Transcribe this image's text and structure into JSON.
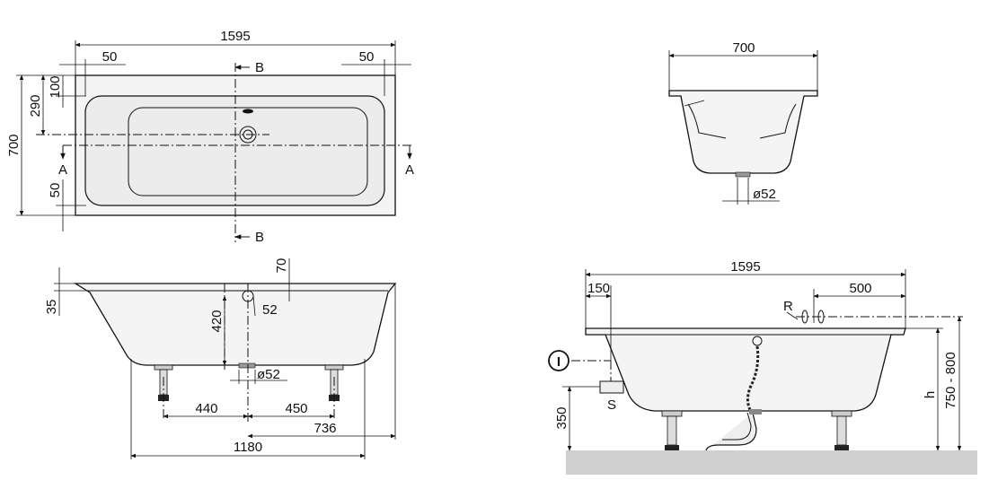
{
  "top_view": {
    "length": "1595",
    "left_offset": "50",
    "right_offset": "50",
    "width": "700",
    "drain_offset": "290",
    "rim_top": "100",
    "rim_bottom": "50",
    "section_a_left": "A",
    "section_a_right": "A",
    "section_b_top": "B",
    "section_b_bottom": "B"
  },
  "front_view": {
    "rim_height": "35",
    "overflow_top": "70",
    "overflow_height": "420",
    "overflow_dia": "52",
    "drain_dia": "ø52",
    "foot_left": "440",
    "foot_right": "450",
    "drain_to_end": "736",
    "bottom_length": "1180"
  },
  "section_view": {
    "width": "700",
    "drain_dia": "ø52"
  },
  "installation_view": {
    "length": "1595",
    "left_offset": "150",
    "tap_offset": "500",
    "tap_label": "R",
    "supply_label": "S",
    "supply_height": "350",
    "height_label": "h",
    "height_range": "750 - 800",
    "marker_symbol": "I"
  },
  "colors": {
    "line": "#111111",
    "floor": "#cfcfcf",
    "tub_fill": "#f4f4f4"
  }
}
